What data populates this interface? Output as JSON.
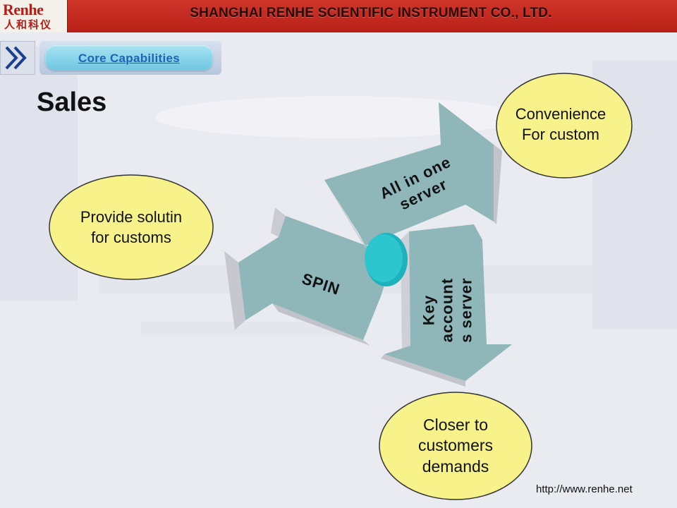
{
  "header": {
    "title": "SHANGHAI RENHE SCIENTIFIC INSTRUMENT CO., LTD.",
    "logo_word": "Renhe",
    "logo_sub": "人和科仪",
    "bar_color": "#c12a20"
  },
  "nav": {
    "chevron_icon": "double-chevron-right-icon",
    "tab_label": "Core Capabilities"
  },
  "page_title": "Sales",
  "diagram": {
    "arrows": {
      "top": {
        "lines": [
          "All in one",
          "server"
        ]
      },
      "left": {
        "lines": [
          "SPIN"
        ]
      },
      "right": {
        "lines": [
          "Key",
          "account",
          "s server"
        ]
      }
    },
    "ellipses": {
      "top_right": {
        "lines": [
          "Convenience",
          "For custom"
        ]
      },
      "left": {
        "lines": [
          "Provide solutin",
          "for customs"
        ]
      },
      "bottom": {
        "lines": [
          "Closer to",
          "customers",
          "demands"
        ]
      }
    },
    "colors": {
      "arrow_face": "#8fb6b9",
      "arrow_side": "#c4c4cc",
      "ellipse_fill": "#f7f38a",
      "hub": "#2cc6cf"
    }
  },
  "footer": {
    "url": "http://www.renhe.net"
  }
}
